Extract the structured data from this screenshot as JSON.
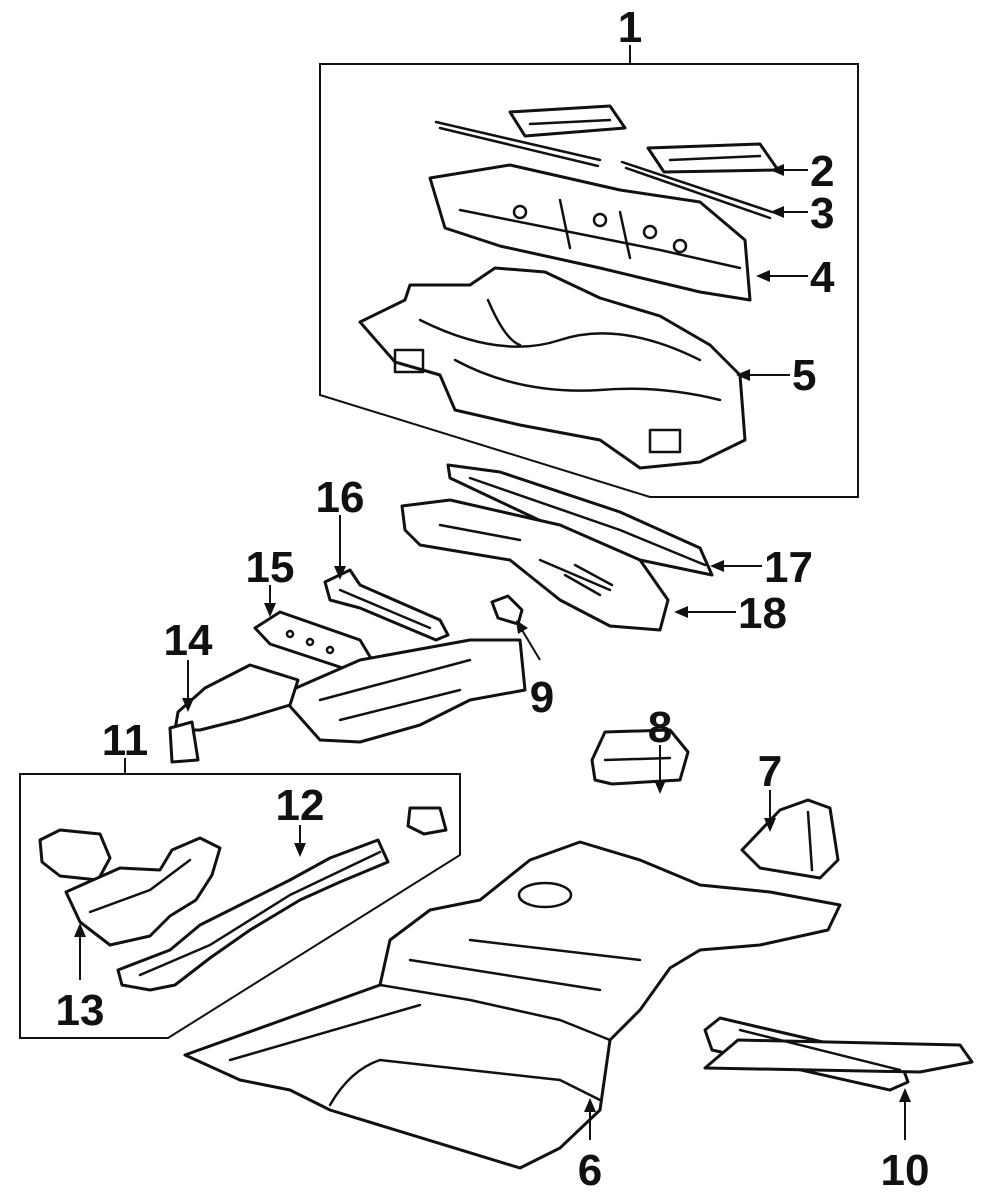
{
  "callouts": {
    "c1": "1",
    "c2": "2",
    "c3": "3",
    "c4": "4",
    "c5": "5",
    "c6": "6",
    "c7": "7",
    "c8": "8",
    "c9": "9",
    "c10": "10",
    "c11": "11",
    "c12": "12",
    "c13": "13",
    "c14": "14",
    "c15": "15",
    "c16": "16",
    "c17": "17",
    "c18": "18"
  },
  "colors": {
    "ink": "#111111",
    "paper": "#ffffff"
  }
}
